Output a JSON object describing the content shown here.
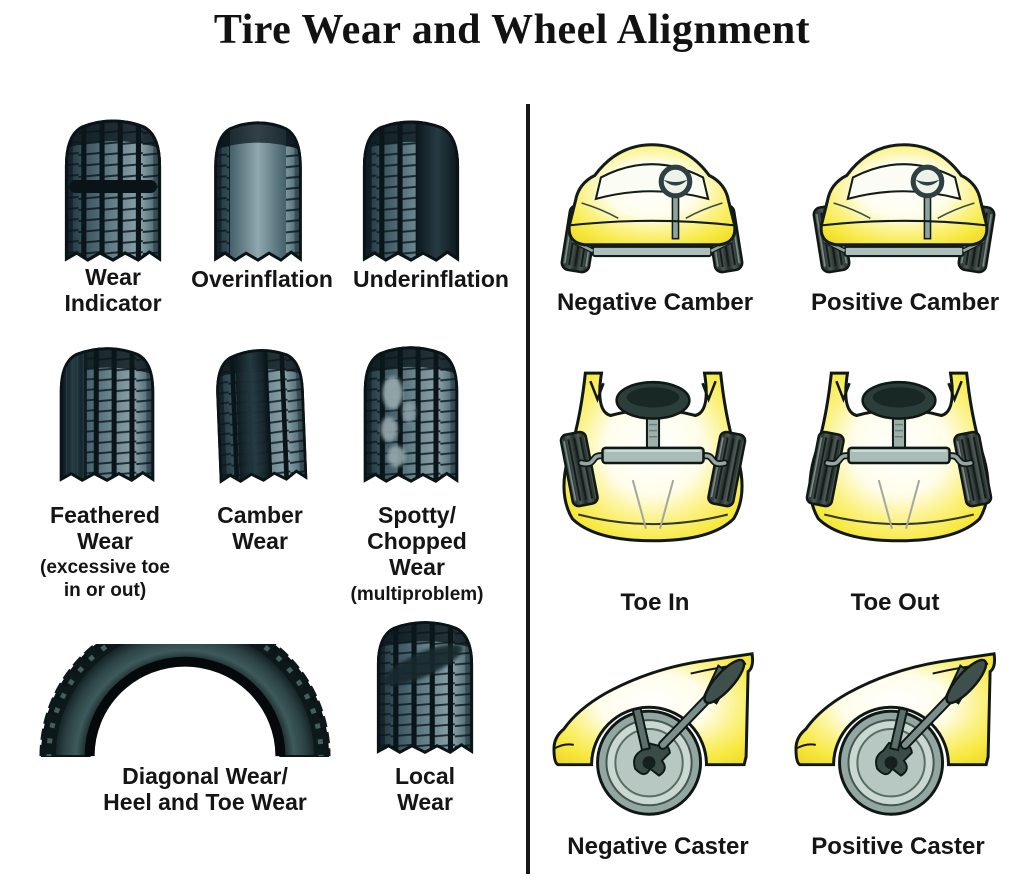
{
  "title": "Tire Wear and Wheel Alignment",
  "left_panel": {
    "figures": [
      {
        "id": "wear-indicator",
        "label_lines": [
          "Wear",
          "Indicator"
        ]
      },
      {
        "id": "overinflation",
        "label_lines": [
          "Overinflation"
        ]
      },
      {
        "id": "underinflation",
        "label_lines": [
          "Underinflation"
        ]
      },
      {
        "id": "feathered-wear",
        "label_lines": [
          "Feathered",
          "Wear"
        ],
        "sub_lines": [
          "(excessive toe",
          "in or out)"
        ]
      },
      {
        "id": "camber-wear",
        "label_lines": [
          "Camber",
          "Wear"
        ]
      },
      {
        "id": "spotty-chopped-wear",
        "label_lines": [
          "Spotty/",
          "Chopped",
          "Wear"
        ],
        "sub_lines": [
          "(multiproblem)"
        ]
      },
      {
        "id": "diagonal-heel-toe-wear",
        "label_lines": [
          "Diagonal Wear/",
          "Heel and Toe Wear"
        ]
      },
      {
        "id": "local-wear",
        "label_lines": [
          "Local",
          "Wear"
        ]
      }
    ]
  },
  "right_panel": {
    "figures": [
      {
        "id": "negative-camber",
        "label": "Negative Camber"
      },
      {
        "id": "positive-camber",
        "label": "Positive Camber"
      },
      {
        "id": "toe-in",
        "label": "Toe In"
      },
      {
        "id": "toe-out",
        "label": "Toe Out"
      },
      {
        "id": "negative-caster",
        "label": "Negative Caster"
      },
      {
        "id": "positive-caster",
        "label": "Positive Caster"
      }
    ]
  },
  "colors": {
    "car_yellow": "#f7e93f",
    "tread_slate": "#647f89",
    "groove_dark": "#0a1519",
    "line_black": "#161616",
    "background": "#ffffff"
  }
}
